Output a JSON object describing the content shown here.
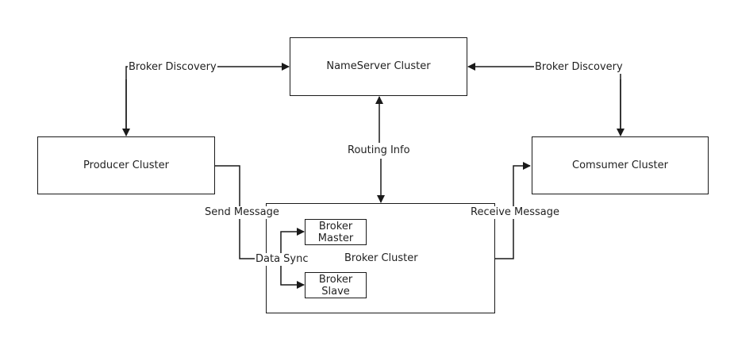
{
  "nodes": {
    "nameserver": "NameServer Cluster",
    "producer": "Producer Cluster",
    "consumer": "Comsumer Cluster",
    "broker_cluster": "Broker Cluster",
    "broker_master_line1": "Broker",
    "broker_master_line2": "Master",
    "broker_slave_line1": "Broker",
    "broker_slave_line2": "Slave"
  },
  "edges": {
    "broker_discovery_left": "Broker Discovery",
    "broker_discovery_right": "Broker Discovery",
    "routing_info": "Routing Info",
    "send_message": "Send Message",
    "receive_message": "Receive Message",
    "data_sync": "Data Sync"
  }
}
